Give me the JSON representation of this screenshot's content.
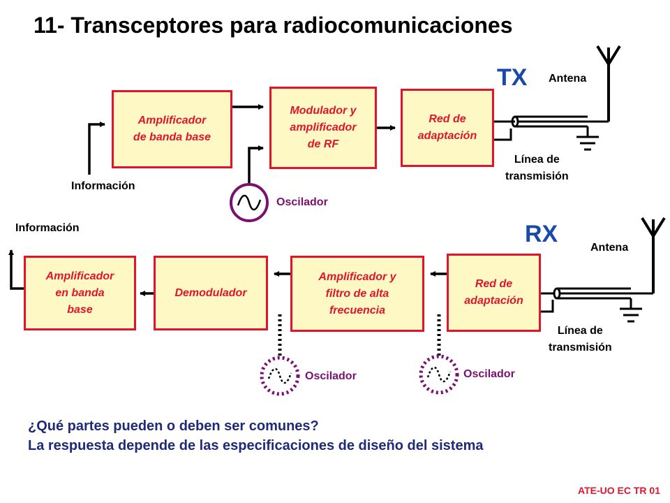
{
  "title": "11- Transceptores para radiocomunicaciones",
  "tx": {
    "label": "TX",
    "blocks": {
      "amp": "Amplificador\nde banda base",
      "mod": "Modulador y\namplificador\nde RF",
      "red": "Red de\nadaptación"
    },
    "info": "Información",
    "osc": "Oscilador",
    "antenna": "Antena",
    "line": "Línea de\ntransmisión"
  },
  "rx": {
    "label": "RX",
    "blocks": {
      "amp": "Amplificador\nen banda\nbase",
      "demod": "Demodulador",
      "ampf": "Amplificador y\nfiltro de alta\nfrecuencia",
      "red": "Red de\nadaptación"
    },
    "info": "Información",
    "osc1": "Oscilador",
    "osc2": "Oscilador",
    "antenna": "Antena",
    "line": "Línea de\ntransmisión"
  },
  "question": {
    "line1": "¿Qué partes pueden o deben ser comunes?",
    "line2": "La respuesta depende de las especificaciones de diseño del sistema"
  },
  "footer": "ATE-UO EC TR 01",
  "colors": {
    "block_fill": "#fdf8c4",
    "block_border": "#e0142c",
    "block_text": "#e0142c",
    "oscillator": "#7a1070",
    "tx_rx_label": "#1a4aa8",
    "question_text": "#1e2a7a"
  }
}
